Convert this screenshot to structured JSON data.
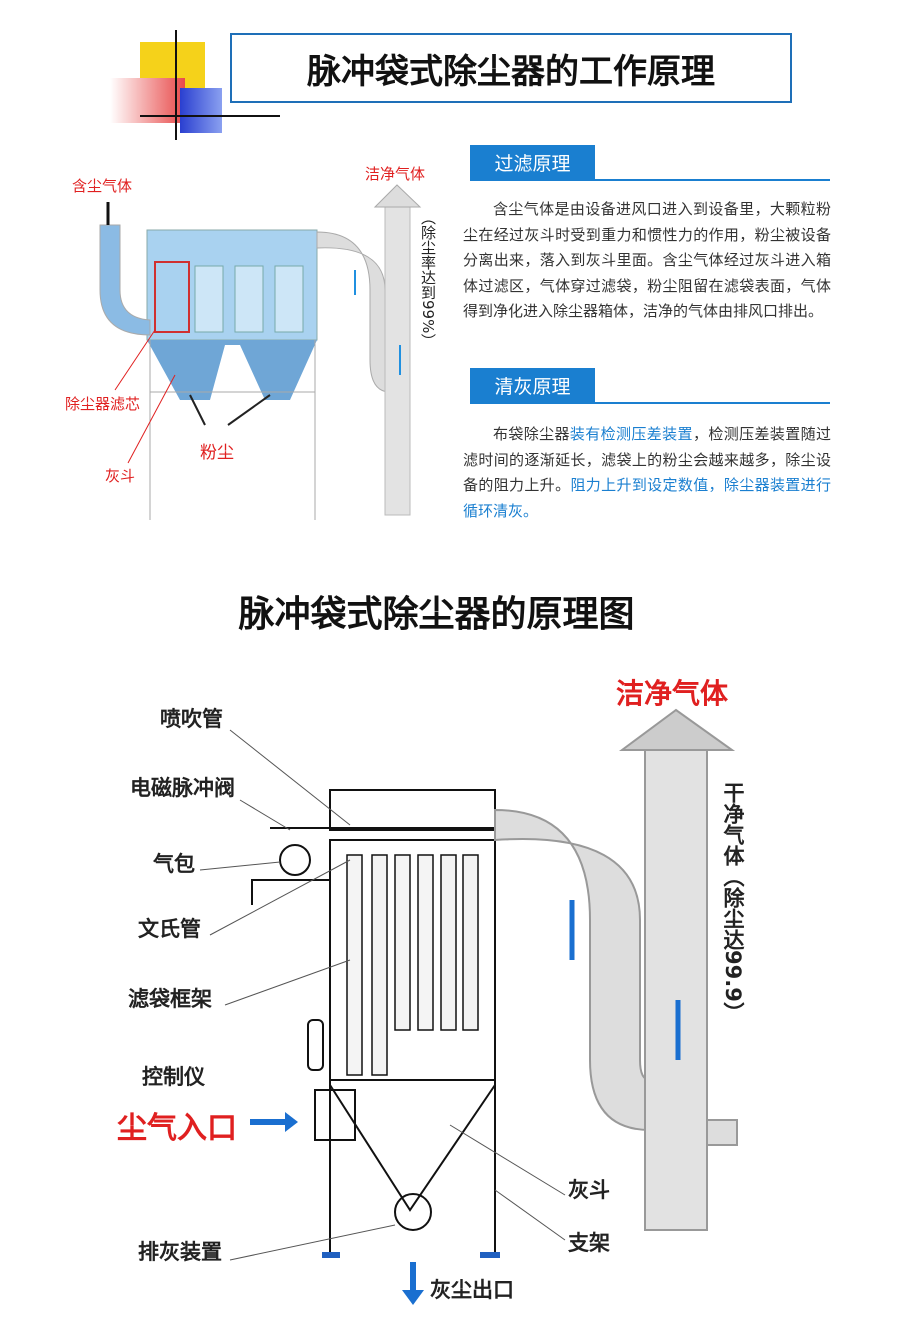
{
  "header": {
    "title": "脉冲袋式除尘器的工作原理"
  },
  "filter_section": {
    "tab": "过滤原理",
    "text": "含尘气体是由设备进风口进入到设备里，大颗粒粉尘在经过灰斗时受到重力和惯性力的作用，粉尘被设备分离出来，落入到灰斗里面。含尘气体经过灰斗进入箱体过滤区，气体穿过滤袋，粉尘阻留在滤袋表面，气体得到净化进入除尘器箱体，洁净的气体由排风口排出。"
  },
  "clean_section": {
    "tab": "清灰原理",
    "text_a": "布袋除尘器",
    "text_b": "装有检测压差装置",
    "text_c": "，检测压差装置随过滤时间的逐渐延长，滤袋上的粉尘会越来越多，除尘设备的阻力上升。",
    "text_d": "阻力上升到设定数值，除尘器装置进行循环清灰。"
  },
  "top_diagram": {
    "dusty_gas": "含尘气体",
    "clean_gas": "洁净气体",
    "efficiency": "（除尘率达到99%）",
    "filter_core": "除尘器滤芯",
    "hopper": "灰斗",
    "dust": "粉尘"
  },
  "section2": {
    "title": "脉冲袋式除尘器的原理图"
  },
  "bottom_diagram": {
    "blow_pipe": "喷吹管",
    "pulse_valve": "电磁脉冲阀",
    "air_bag": "气包",
    "venturi": "文氏管",
    "bag_frame": "滤袋框架",
    "controller": "控制仪",
    "inlet": "尘气入口",
    "discharge": "排灰装置",
    "hopper": "灰斗",
    "support": "支架",
    "outlet": "灰尘出口",
    "clean_gas": "洁净气体",
    "clean_gas_note": "干净气体（除尘达99.9）"
  },
  "colors": {
    "accent": "#1a7fd0",
    "red": "#e02020"
  }
}
